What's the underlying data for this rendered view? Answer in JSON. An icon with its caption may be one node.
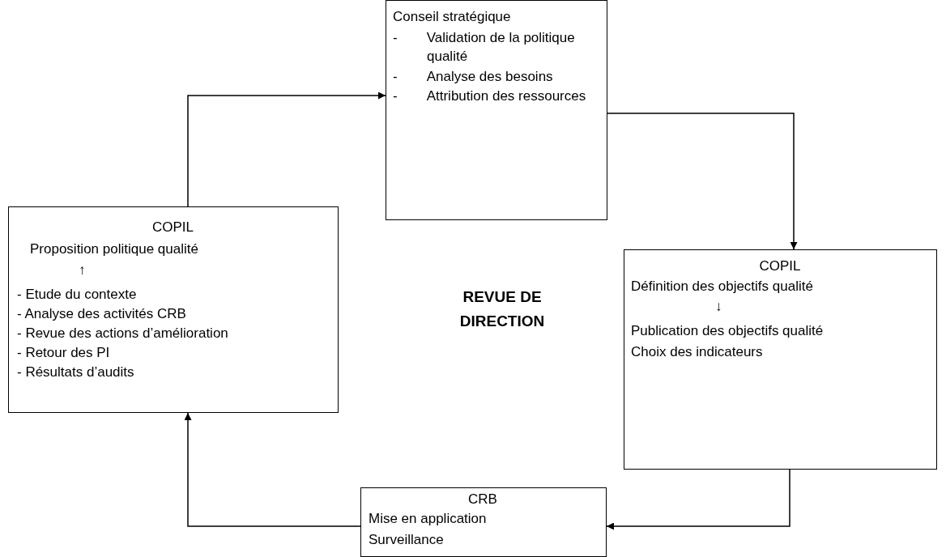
{
  "diagram": {
    "nodes": [
      {
        "text": [
          "Conseil stratégique",
          "- Validation de la politique qualité",
          "- Analyse des besoins",
          "- Attribution des ressources"
        ]
      },
      {
        "text": [
          "COPIL",
          "Proposition politique qualité",
          "↑",
          "- Etude du contexte",
          "- Analyse des activités CRB",
          "- Revue des actions d’amélioration",
          "- Retour des PI",
          "- Résultats d’audits"
        ]
      },
      {
        "text": [
          "COPIL",
          "Définition des objectifs qualité",
          "↓",
          "Publication des objectifs qualité",
          "Choix des indicateurs"
        ]
      },
      {
        "text": [
          "CRB",
          "Mise en application",
          "Surveillance"
        ]
      }
    ],
    "edges": [
      {
        "from": 1,
        "to": 0,
        "arrow": "to"
      },
      {
        "from": 0,
        "to": 2,
        "arrow": "to"
      },
      {
        "from": 2,
        "to": 3,
        "arrow": "to"
      },
      {
        "from": 3,
        "to": 1,
        "arrow": "to"
      }
    ],
    "labels": [
      "REVUE DE DIRECTION"
    ]
  }
}
